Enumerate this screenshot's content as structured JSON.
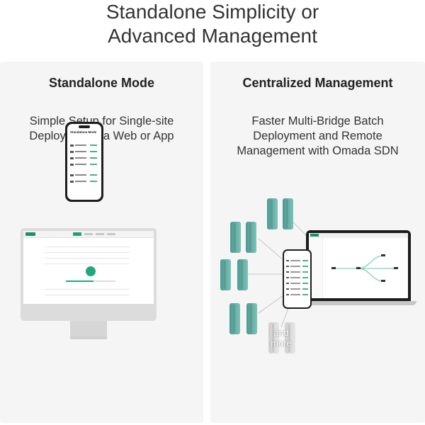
{
  "headline": {
    "line1": "Standalone Simplicity or",
    "line2": "Advanced Management"
  },
  "left_panel": {
    "title": "Standalone Mode",
    "desc_line1": "Simple Setup for Single-site",
    "desc_line2": "Deployment via Web or App",
    "phone_title": "Standalone Mode"
  },
  "right_panel": {
    "title": "Centralized Management",
    "desc_line1": "Faster Multi-Bridge Batch",
    "desc_line2": "Deployment and Remote",
    "desc_line3": "Management with Omada SDN",
    "and_more_line1": "and",
    "and_more_line2": "more"
  },
  "colors": {
    "brand_green": "#1fa87f",
    "panel_bg": "#f5f5f5",
    "bridge_teal": "#5fae9f",
    "bridge_gray": "#d8d8d8"
  },
  "monitor": {
    "progress": 0.55
  }
}
